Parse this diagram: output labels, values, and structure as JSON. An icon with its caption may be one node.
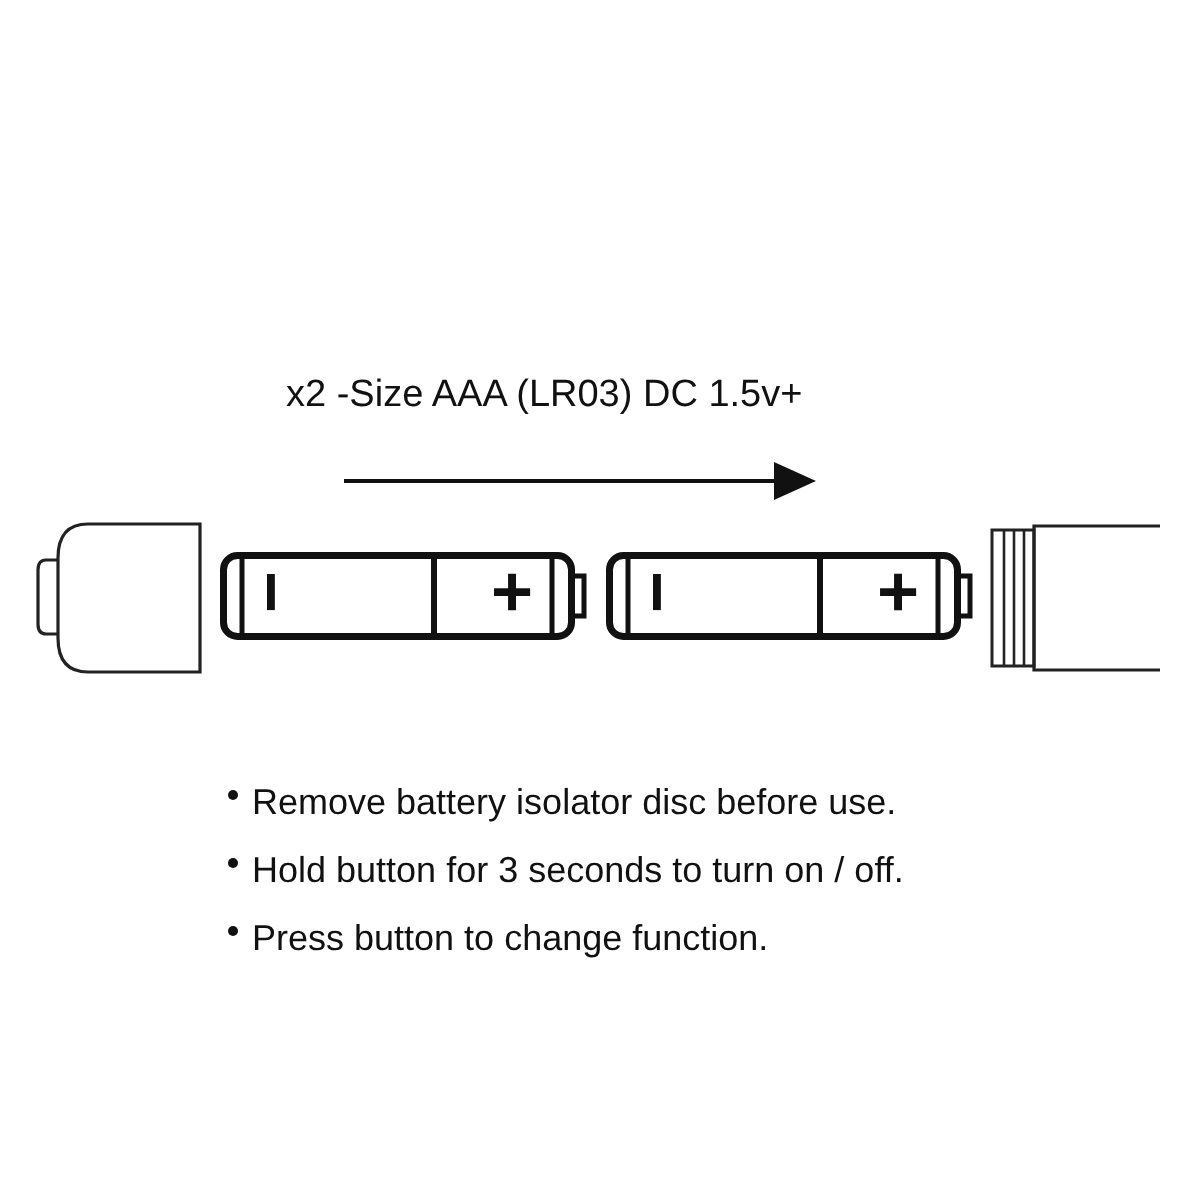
{
  "diagram": {
    "title": "x2 -Size AAA (LR03) DC 1.5v+",
    "nodes": [
      {
        "text": [],
        "shape": "picture"
      },
      {
        "text": [
          "−",
          "+"
        ]
      },
      {
        "text": [
          "−",
          "+"
        ]
      },
      {
        "text": [],
        "shape": "picture"
      }
    ],
    "labels": [
      "Remove battery isolator disc before use.",
      "Hold button for 3 seconds to turn on / off.",
      "Press button to change function."
    ]
  }
}
